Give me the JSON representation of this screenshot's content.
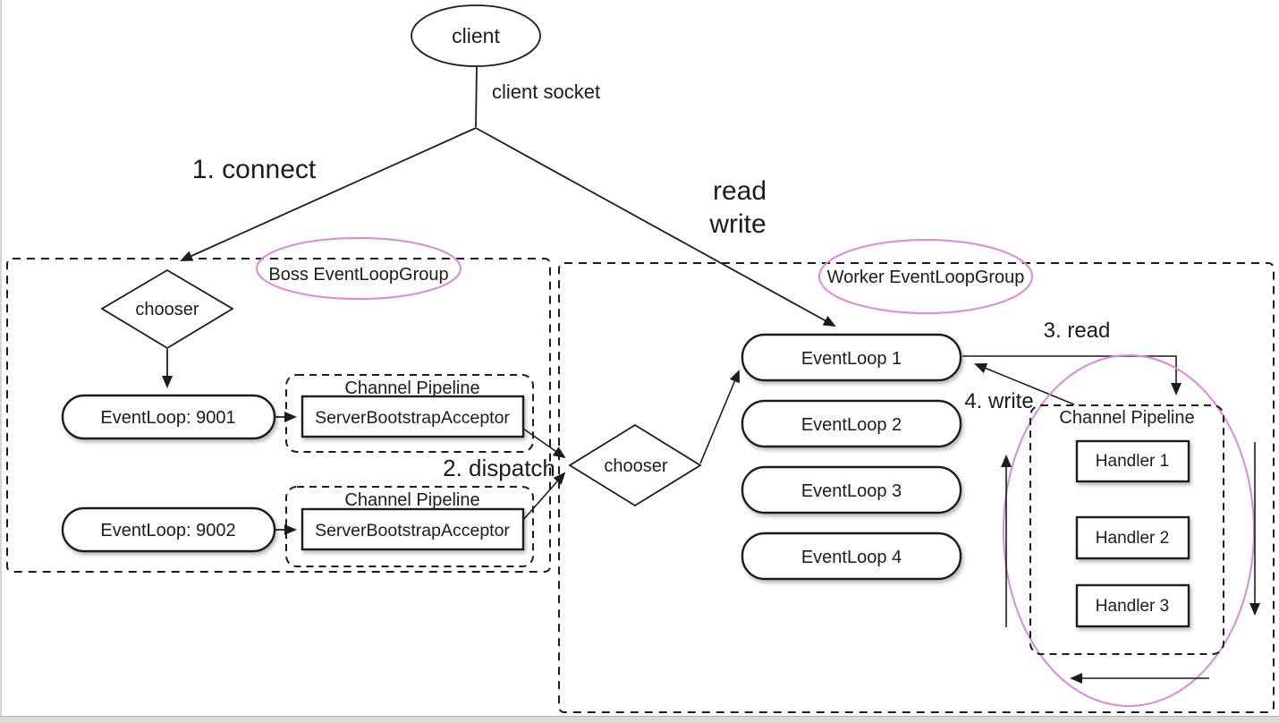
{
  "diagram": {
    "client": {
      "label": "client",
      "socket_label": "client socket"
    },
    "edges": {
      "connect": "1. connect",
      "read": "read",
      "write": "write",
      "dispatch": "2. dispatch",
      "read_step": "3. read",
      "write_step": "4. write"
    },
    "boss_group": {
      "title": "Boss EventLoopGroup",
      "chooser_label": "chooser",
      "eventloops": [
        {
          "label": "EventLoop: 9001"
        },
        {
          "label": "EventLoop: 9002"
        }
      ],
      "pipelines": [
        {
          "title": "Channel Pipeline",
          "acceptor": "ServerBootstrapAcceptor"
        },
        {
          "title": "Channel Pipeline",
          "acceptor": "ServerBootstrapAcceptor"
        }
      ]
    },
    "worker_group": {
      "title": "Worker EventLoopGroup",
      "chooser_label": "chooser",
      "eventloops": [
        {
          "label": "EventLoop 1"
        },
        {
          "label": "EventLoop 2"
        },
        {
          "label": "EventLoop 3"
        },
        {
          "label": "EventLoop 4"
        }
      ],
      "pipeline": {
        "title": "Channel Pipeline",
        "handlers": [
          {
            "label": "Handler 1"
          },
          {
            "label": "Handler 2"
          },
          {
            "label": "Handler 3"
          }
        ]
      }
    },
    "colors": {
      "line": "#1c1c1c",
      "group_ellipse": "#dd88dd",
      "background": "#ffffff",
      "bottom_bar": "#dcdcdc"
    }
  }
}
